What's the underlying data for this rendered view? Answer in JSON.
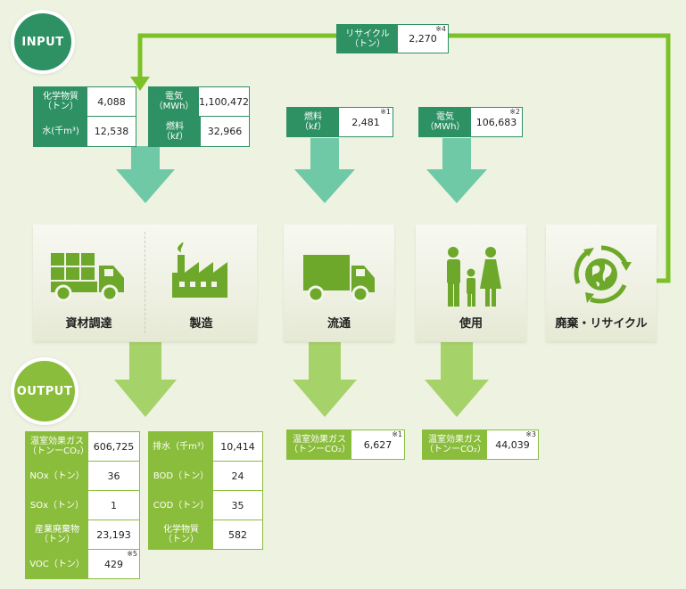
{
  "badges": {
    "input": "INPUT",
    "output": "OUTPUT"
  },
  "colors": {
    "input_green": "#2e9163",
    "output_green": "#8bbd3c",
    "icon_green": "#6da82a",
    "loop_line": "#7cc128"
  },
  "recycle": {
    "label_line1": "リサイクル",
    "label_line2": "（トン）",
    "value": "2,270",
    "note": "※4"
  },
  "input_procurement": [
    {
      "label_line1": "化学物質",
      "label_line2": "（トン）",
      "value": "4,088"
    },
    {
      "label_line1": "水(千m³)",
      "label_line2": "",
      "value": "12,538"
    }
  ],
  "input_manufacturing": [
    {
      "label_line1": "電気",
      "label_line2": "（MWh）",
      "value": "1,100,472"
    },
    {
      "label_line1": "燃料",
      "label_line2": "（kℓ）",
      "value": "32,966"
    }
  ],
  "input_distribution": {
    "label_line1": "燃料",
    "label_line2": "（kℓ）",
    "value": "2,481",
    "note": "※1"
  },
  "input_use": {
    "label_line1": "電気",
    "label_line2": "（MWh）",
    "value": "106,683",
    "note": "※2"
  },
  "stages": {
    "procurement": "資材調達",
    "manufacturing": "製造",
    "distribution": "流通",
    "use": "使用",
    "disposal": "廃棄・リサイクル"
  },
  "output_left": [
    {
      "label_line1": "温室効果ガス",
      "label_line2": "（トンーCO₂）",
      "value": "606,725",
      "note": ""
    },
    {
      "label_line1": "NOx（トン）",
      "label_line2": "",
      "value": "36",
      "note": ""
    },
    {
      "label_line1": "SOx（トン）",
      "label_line2": "",
      "value": "1",
      "note": ""
    },
    {
      "label_line1": "産業廃棄物",
      "label_line2": "（トン）",
      "value": "23,193",
      "note": ""
    },
    {
      "label_line1": "VOC（トン）",
      "label_line2": "",
      "value": "429",
      "note": "※5"
    }
  ],
  "output_right": [
    {
      "label_line1": "排水（千m³）",
      "label_line2": "",
      "value": "10,414"
    },
    {
      "label_line1": "BOD（トン）",
      "label_line2": "",
      "value": "24"
    },
    {
      "label_line1": "COD（トン）",
      "label_line2": "",
      "value": "35"
    },
    {
      "label_line1": "化学物質",
      "label_line2": "（トン）",
      "value": "582"
    }
  ],
  "output_distribution": {
    "label_line1": "温室効果ガス",
    "label_line2": "（トンーCO₂）",
    "value": "6,627",
    "note": "※1"
  },
  "output_use": {
    "label_line1": "温室効果ガス",
    "label_line2": "（トンーCO₂）",
    "value": "44,039",
    "note": "※3"
  }
}
